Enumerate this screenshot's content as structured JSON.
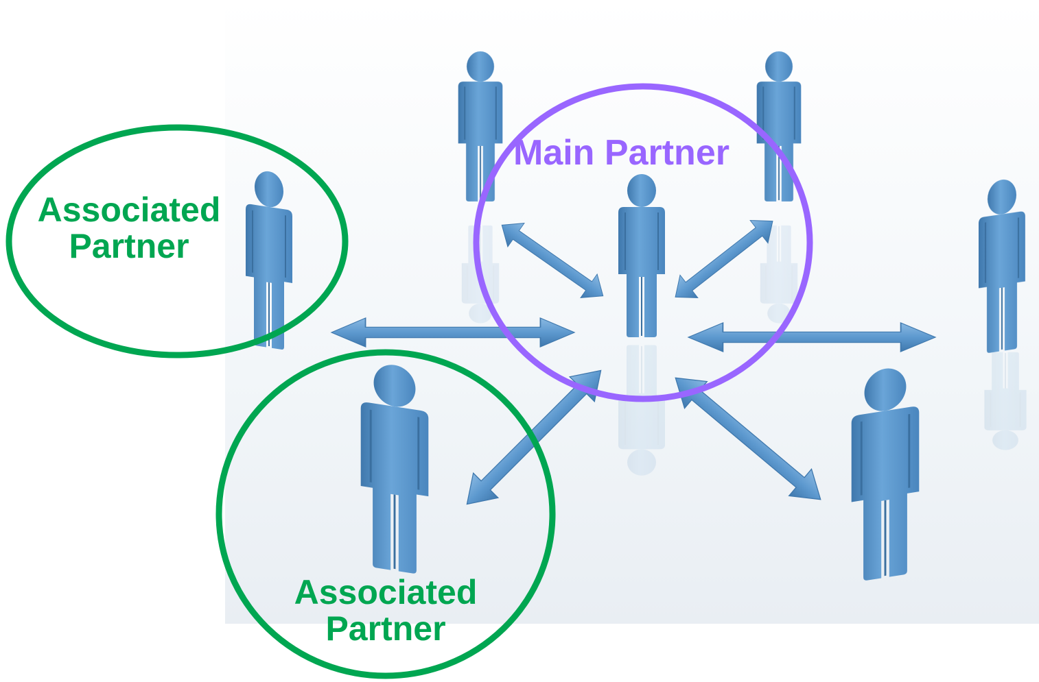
{
  "colors": {
    "background": "#ffffff",
    "figure": "#5a97cc",
    "figure_shade": "#3f78ad",
    "figure_light": "#8ab9e2",
    "arrow": "#5d99cf",
    "main_circle": "#9966ff",
    "associated_circle": "#00a651"
  },
  "labels": {
    "main_partner": "Main Partner",
    "associated_partner_1": {
      "line1": "Associated",
      "line2": "Partner"
    },
    "associated_partner_2": {
      "line1": "Associated",
      "line2": "Partner"
    }
  },
  "icons": {
    "figure": "person-figure-icon",
    "arrow": "double-arrow-icon"
  }
}
